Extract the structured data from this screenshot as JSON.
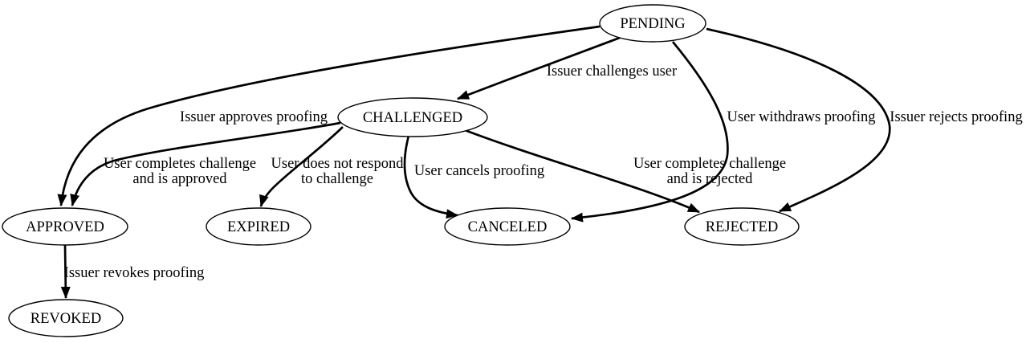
{
  "diagram": {
    "type": "state-transition-graph",
    "background_color": "#ffffff",
    "line_color": "#000000",
    "text_color": "#000000",
    "nodes": {
      "pending": {
        "label": "PENDING"
      },
      "challenged": {
        "label": "CHALLENGED"
      },
      "approved": {
        "label": "APPROVED"
      },
      "expired": {
        "label": "EXPIRED"
      },
      "canceled": {
        "label": "CANCELED"
      },
      "rejected": {
        "label": "REJECTED"
      },
      "revoked": {
        "label": "REVOKED"
      }
    },
    "edges": {
      "pending_challenged": {
        "from": "PENDING",
        "to": "CHALLENGED",
        "label": "Issuer challenges user"
      },
      "pending_approved": {
        "from": "PENDING",
        "to": "APPROVED",
        "label": "Issuer approves proofing"
      },
      "pending_canceled": {
        "from": "PENDING",
        "to": "CANCELED",
        "label": "User withdraws proofing"
      },
      "pending_rejected": {
        "from": "PENDING",
        "to": "REJECTED",
        "label": "Issuer rejects proofing"
      },
      "challenged_approved": {
        "from": "CHALLENGED",
        "to": "APPROVED",
        "label_line1": "User completes challenge",
        "label_line2": "and is approved"
      },
      "challenged_expired": {
        "from": "CHALLENGED",
        "to": "EXPIRED",
        "label_line1": "User does not respond",
        "label_line2": "to challenge"
      },
      "challenged_canceled": {
        "from": "CHALLENGED",
        "to": "CANCELED",
        "label": "User cancels proofing"
      },
      "challenged_rejected": {
        "from": "CHALLENGED",
        "to": "REJECTED",
        "label_line1": "User completes challenge",
        "label_line2": "and is rejected"
      },
      "approved_revoked": {
        "from": "APPROVED",
        "to": "REVOKED",
        "label": "Issuer revokes proofing"
      }
    }
  }
}
